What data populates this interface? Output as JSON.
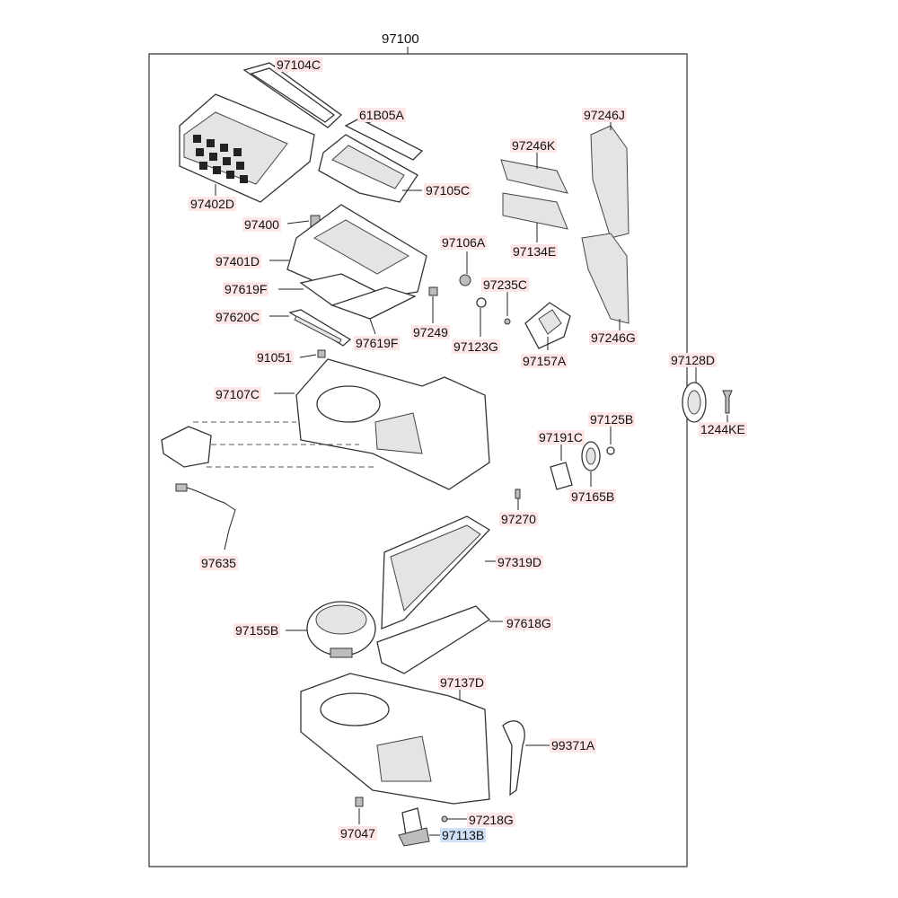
{
  "diagram": {
    "assembly_label": "97100",
    "part_labels": {
      "p97104C": "97104C",
      "p61B05A": "61B05A",
      "p97105C": "97105C",
      "p97402D": "97402D",
      "p97400": "97400",
      "p97401D": "97401D",
      "p97619F_left": "97619F",
      "p97619F_right": "97619F",
      "p97620C": "97620C",
      "p97249": "97249",
      "p91051": "91051",
      "p97106A": "97106A",
      "p97235C": "97235C",
      "p97123G": "97123G",
      "p97157A": "97157A",
      "p97246K": "97246K",
      "p97134E": "97134E",
      "p97246J": "97246J",
      "p97246G": "97246G",
      "p97128D": "97128D",
      "p1244KE": "1244KE",
      "p97107C": "97107C",
      "p97125B": "97125B",
      "p97191C": "97191C",
      "p97165B": "97165B",
      "p97270": "97270",
      "p97635": "97635",
      "p97319D": "97319D",
      "p97155B": "97155B",
      "p97618G": "97618G",
      "p97137D": "97137D",
      "p99371A": "99371A",
      "p97218G": "97218G",
      "p97047": "97047",
      "p97113B": "97113B"
    },
    "highlight_color": "#cfe0f7",
    "label_color": "#fde6e6",
    "selected_part": "97113B"
  }
}
